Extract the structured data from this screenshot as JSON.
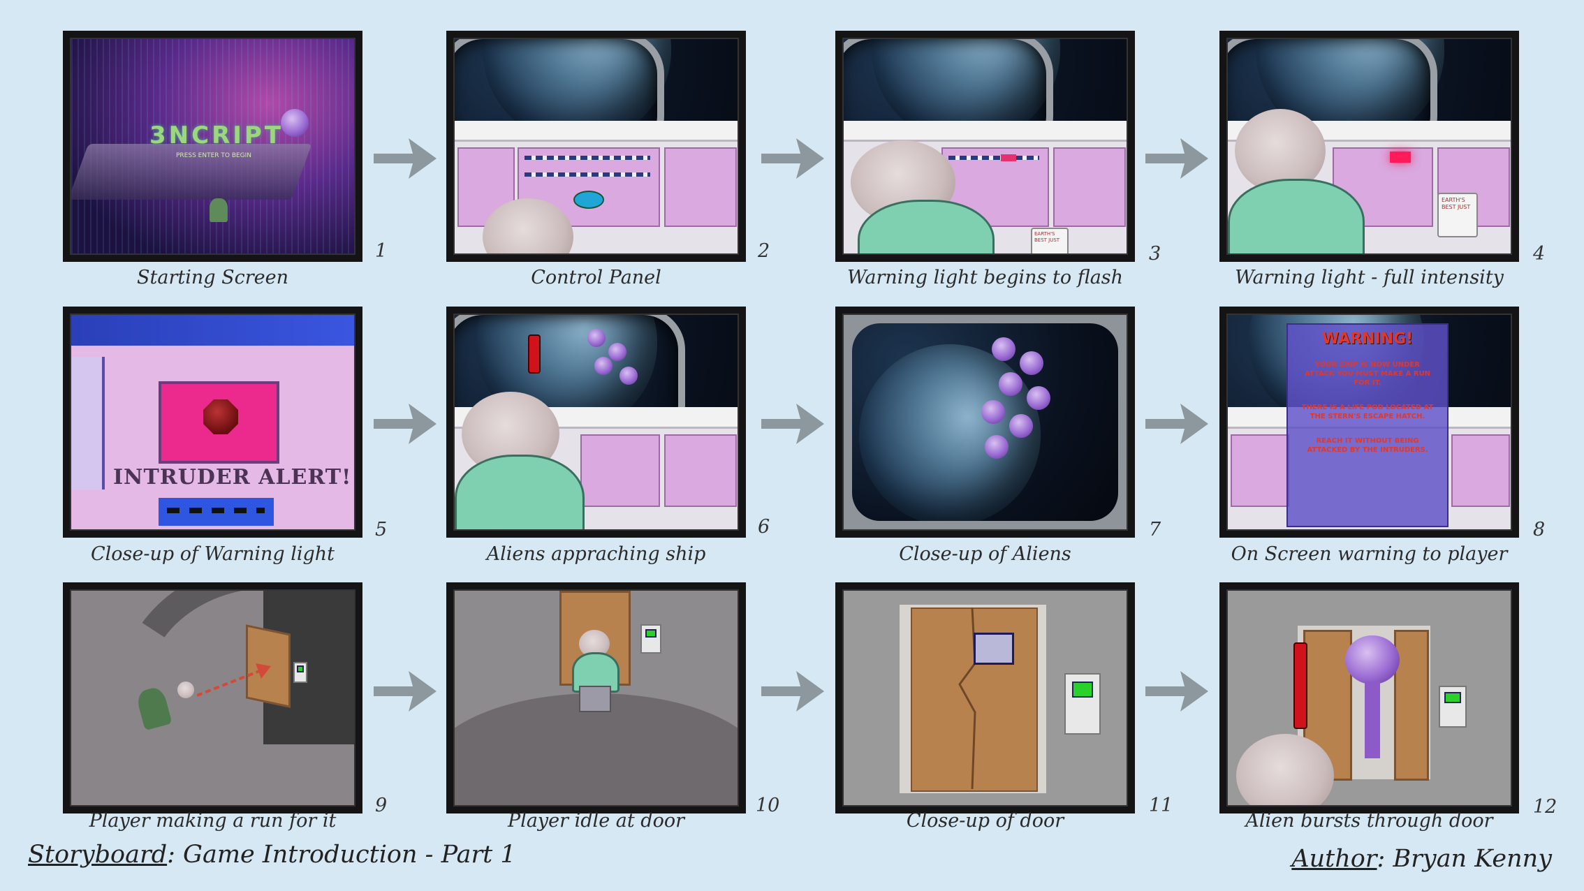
{
  "footer": {
    "left_label": "Storyboard",
    "left_text": ": Game Introduction - Part 1",
    "right_label": "Author",
    "right_text": ": Bryan Kenny"
  },
  "panels": [
    {
      "number": "1",
      "caption": "Starting Screen"
    },
    {
      "number": "2",
      "caption": "Control Panel"
    },
    {
      "number": "3",
      "caption": "Warning light begins to flash"
    },
    {
      "number": "4",
      "caption": "Warning light - full intensity"
    },
    {
      "number": "5",
      "caption": "Close-up of Warning light"
    },
    {
      "number": "6",
      "caption": "Aliens appraching ship"
    },
    {
      "number": "7",
      "caption": "Close-up of Aliens"
    },
    {
      "number": "8",
      "caption": "On Screen warning to player"
    },
    {
      "number": "9",
      "caption": "Player making a run for it"
    },
    {
      "number": "10",
      "caption": "Player idle at door"
    },
    {
      "number": "11",
      "caption": "Close-up of door"
    },
    {
      "number": "12",
      "caption": "Alien bursts through door"
    }
  ],
  "scene_text": {
    "game_logo": "3NCRIPT",
    "logo_sub": "PRESS ENTER TO BEGIN",
    "mug_text": "EARTH'S BEST JUST",
    "intruder_alert": "INTRUDER ALERT!",
    "warning_title": "WARNING!",
    "warning_line1": "YOUR SHIP IS NOW UNDER ATTACK YOU MUST MAKE A RUN FOR IT.",
    "warning_line2": "THERE IS A LIFE POD LOCATED AT THE STERN'S ESCAPE HATCH.",
    "warning_line3": "REACH IT WITHOUT BEING ATTACKED BY THE INTRUDERS."
  },
  "colors": {
    "background": "#d6e8f3",
    "arrow": "#8c979e",
    "frame": "#141414"
  }
}
